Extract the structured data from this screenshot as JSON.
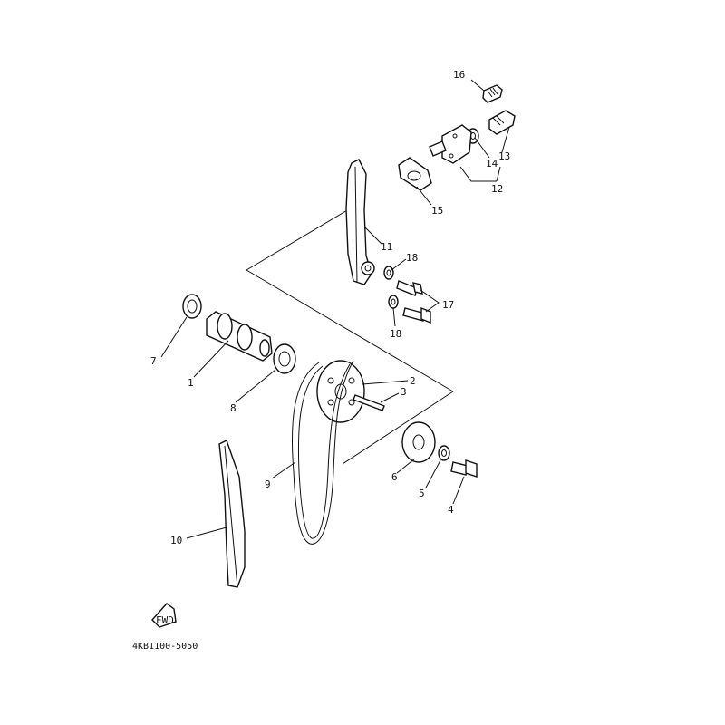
{
  "diagram": {
    "code": "4KB1100-5050",
    "fwd_label": "FWD",
    "callouts": {
      "c1": "1",
      "c2": "2",
      "c3": "3",
      "c4": "4",
      "c5": "5",
      "c6": "6",
      "c7": "7",
      "c8": "8",
      "c9": "9",
      "c10": "10",
      "c11": "11",
      "c12": "12",
      "c13": "13",
      "c14": "14",
      "c15": "15",
      "c16": "16",
      "c17": "17",
      "c18a": "18",
      "c18b": "18"
    }
  }
}
